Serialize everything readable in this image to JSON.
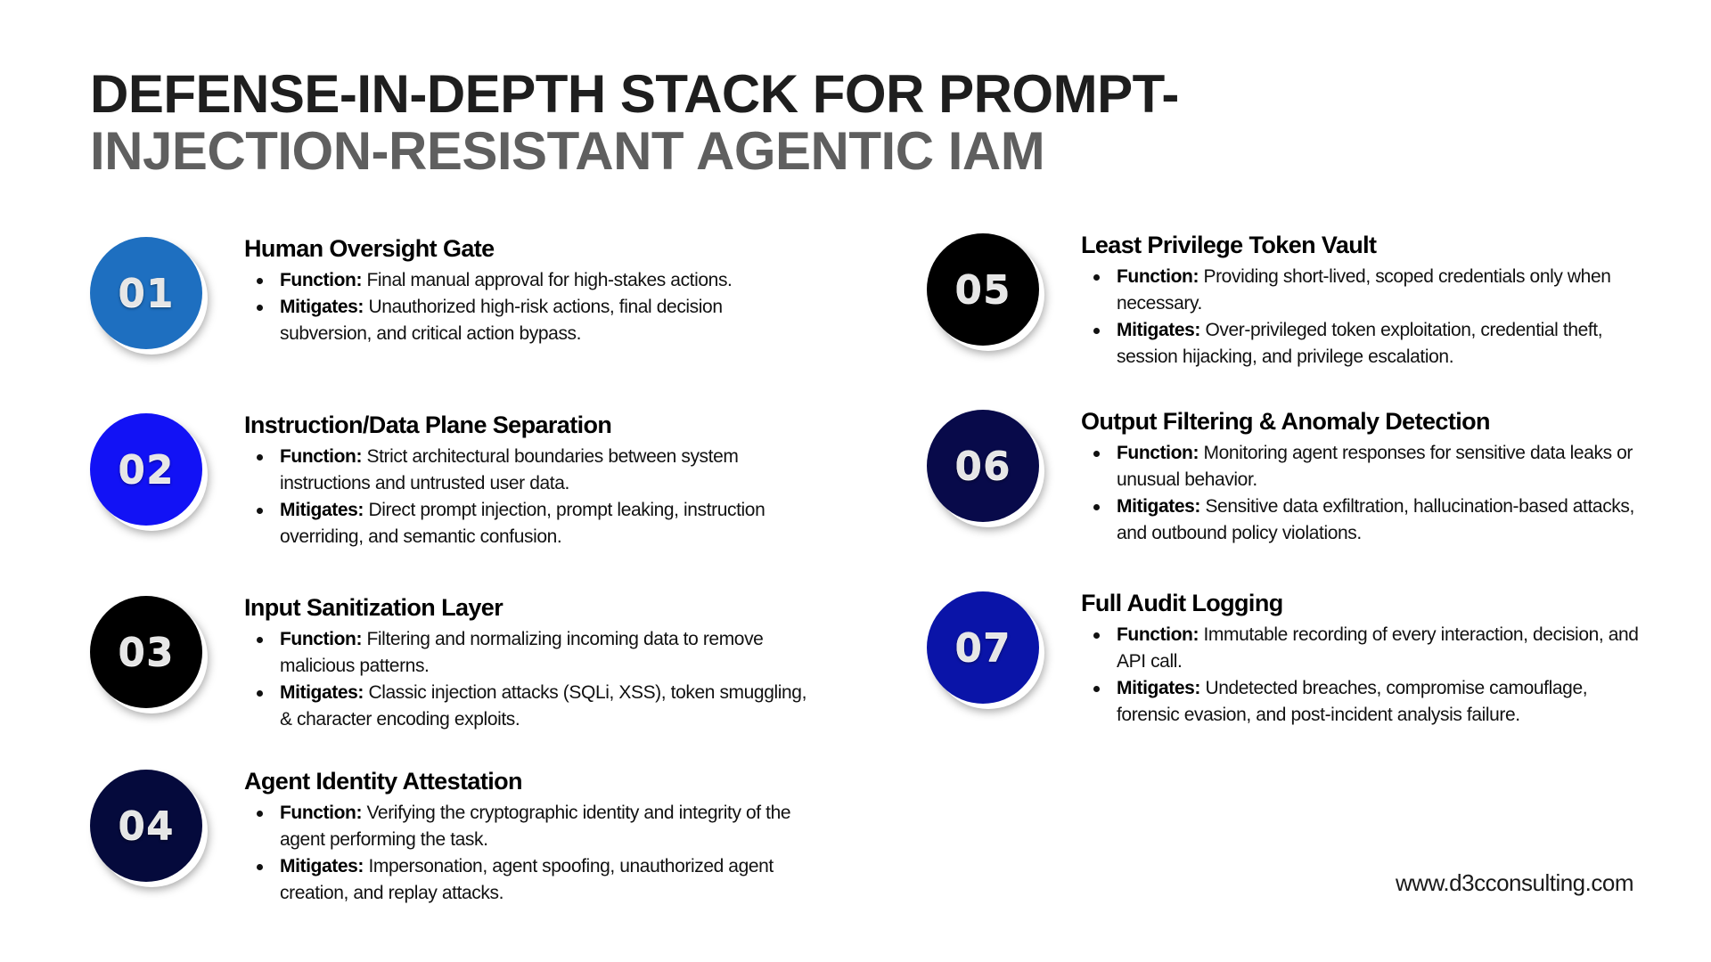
{
  "title": {
    "line1": "DEFENSE-IN-DEPTH STACK FOR PROMPT-",
    "line2": "INJECTION-RESISTANT AGENTIC IAM"
  },
  "labels": {
    "function": "Function:",
    "mitigates": "Mitigates:"
  },
  "layers": [
    {
      "number": "01",
      "color": "#1e6fc0",
      "title": "Human Oversight Gate",
      "function": "Final manual approval for high-stakes actions.",
      "mitigates": "Unauthorized high-risk actions, final decision subversion, and critical action bypass."
    },
    {
      "number": "02",
      "color": "#1212f5",
      "title": "Instruction/Data Plane Separation",
      "function": "Strict architectural boundaries between system instructions and untrusted user data.",
      "mitigates": "Direct prompt injection, prompt leaking, instruction overriding, and semantic confusion."
    },
    {
      "number": "03",
      "color": "#000000",
      "title": "Input Sanitization Layer",
      "function": "Filtering and normalizing incoming data to remove malicious patterns.",
      "mitigates": "Classic injection attacks (SQLi, XSS), token smuggling, & character encoding exploits."
    },
    {
      "number": "04",
      "color": "#050a3c",
      "title": "Agent Identity Attestation",
      "function": "Verifying the cryptographic identity and integrity of the agent performing the task.",
      "mitigates": "Impersonation, agent spoofing, unauthorized agent creation, and replay attacks."
    },
    {
      "number": "05",
      "color": "#000000",
      "title": "Least Privilege Token Vault",
      "function": "Providing short-lived, scoped credentials only when necessary.",
      "mitigates": "Over-privileged token exploitation, credential theft, session hijacking, and privilege escalation."
    },
    {
      "number": "06",
      "color": "#080a4a",
      "title": "Output Filtering & Anomaly Detection",
      "function": "Monitoring agent responses for sensitive data leaks or unusual behavior.",
      "mitigates": "Sensitive data exfiltration, hallucination-based attacks, and outbound policy violations."
    },
    {
      "number": "07",
      "color": "#0a14a8",
      "title": "Full Audit Logging",
      "function": "Immutable recording of every interaction, decision, and API call.",
      "mitigates": "Undetected breaches, compromise camouflage, forensic evasion, and post-incident analysis failure."
    }
  ],
  "footer": {
    "url": "www.d3cconsulting.com"
  }
}
